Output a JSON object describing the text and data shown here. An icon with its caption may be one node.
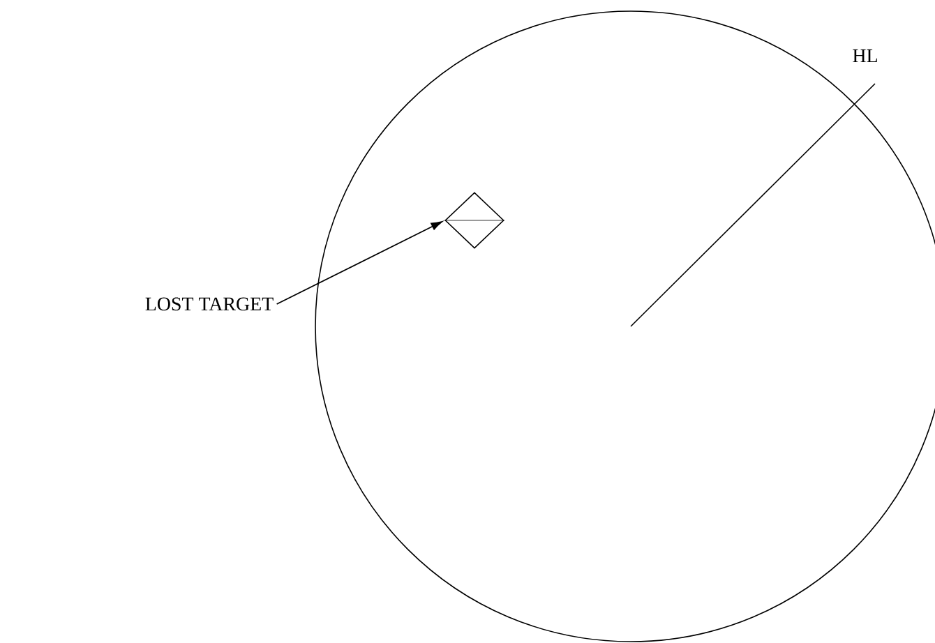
{
  "diagram": {
    "nodes": [
      {
        "text": [
          "LOST TARGET"
        ]
      },
      {
        "text": [],
        "shape": "diamond"
      }
    ],
    "edges": [
      {
        "from": 0,
        "to": 1,
        "arrow": "to"
      }
    ],
    "labels": [
      "HL"
    ]
  }
}
